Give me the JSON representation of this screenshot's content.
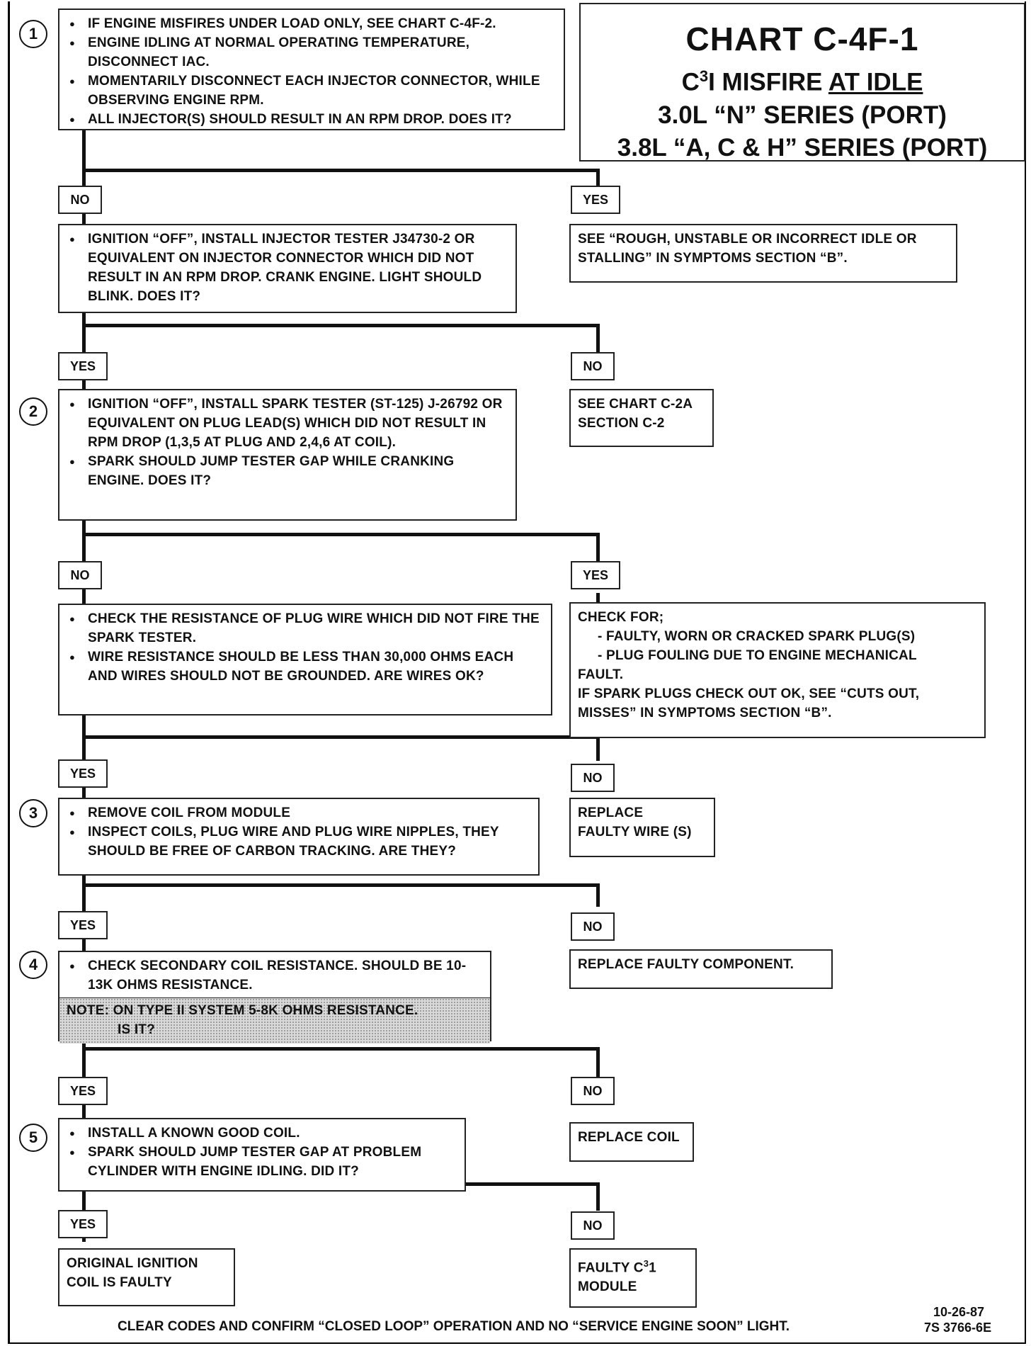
{
  "title": {
    "chart": "CHART C-4F-1",
    "line1_prefix": "C",
    "line1_sup": "3",
    "line1_mid": "I MISFIRE ",
    "line1_underlined": "AT IDLE",
    "line2": "3.0L “N” SERIES (PORT)",
    "line3": "3.8L “A, C & H” SERIES (PORT)"
  },
  "steps": [
    "1",
    "2",
    "3",
    "4",
    "5"
  ],
  "boxes": {
    "s1": [
      "IF ENGINE MISFIRES UNDER LOAD ONLY, SEE CHART C-4F-2.",
      "ENGINE IDLING AT NORMAL OPERATING TEMPERATURE, DISCONNECT IAC.",
      "MOMENTARILY DISCONNECT EACH INJECTOR CONNECTOR, WHILE OBSERVING ENGINE RPM.",
      "ALL INJECTOR(S) SHOULD RESULT IN AN RPM DROP.  DOES IT?"
    ],
    "rough_idle": "SEE  “ROUGH, UNSTABLE OR INCORRECT IDLE OR STALLING” IN SYMPTOMS SECTION “B”.",
    "injector_tester": "IGNITION “OFF”, INSTALL INJECTOR TESTER J34730-2 OR EQUIVALENT ON INJECTOR CONNECTOR WHICH DID NOT RESULT IN AN  RPM DROP.  CRANK ENGINE.  LIGHT SHOULD BLINK. DOES IT?",
    "chart_c2a_1": "SEE CHART C-2A",
    "chart_c2a_2": "SECTION C-2",
    "s2": [
      "IGNITION “OFF”, INSTALL SPARK TESTER  (ST-125) J-26792 OR EQUIVALENT ON PLUG LEAD(S) WHICH DID NOT RESULT IN RPM DROP (1,3,5 AT PLUG AND 2,4,6 AT COIL).",
      "SPARK SHOULD JUMP TESTER GAP WHILE CRANKING ENGINE.  DOES IT?"
    ],
    "plug_wire": [
      "CHECK THE RESISTANCE OF  PLUG WIRE  WHICH DID NOT FIRE THE SPARK TESTER.",
      "WIRE RESISTANCE SHOULD BE LESS THAN 30,000 OHMS EACH  AND WIRES  SHOULD NOT BE GROUNDED.  ARE WIRES OK?"
    ],
    "check_for": {
      "heading": "CHECK FOR;",
      "item1": "- FAULTY, WORN OR CRACKED SPARK PLUG(S)",
      "item2": "- PLUG FOULING DUE TO ENGINE MECHANICAL",
      "item2b": "FAULT.",
      "tail": "IF SPARK PLUGS CHECK OUT OK, SEE “CUTS OUT, MISSES” IN SYMPTOMS SECTION “B”."
    },
    "replace_wire_1": "REPLACE",
    "replace_wire_2": "FAULTY WIRE (S)",
    "s3": [
      "REMOVE COIL FROM MODULE",
      "INSPECT COILS, PLUG WIRE AND PLUG WIRE NIPPLES, THEY SHOULD BE  FREE OF CARBON TRACKING.  ARE THEY?"
    ],
    "replace_component": "REPLACE FAULTY COMPONENT.",
    "s4": "CHECK SECONDARY COIL RESISTANCE.  SHOULD BE 10-13K OHMS RESISTANCE.",
    "s4_note_1": "NOTE:  ON TYPE II SYSTEM 5-8K OHMS RESISTANCE.",
    "s4_note_2": "IS IT?",
    "replace_coil": "REPLACE COIL",
    "s5": [
      "INSTALL A KNOWN GOOD COIL.",
      "SPARK SHOULD JUMP TESTER GAP AT PROBLEM CYLINDER  WITH ENGINE IDLING.  DID IT?"
    ],
    "coil_faulty_1": "ORIGINAL IGNITION",
    "coil_faulty_2": "COIL IS FAULTY",
    "module_faulty_1_a": "FAULTY C",
    "module_faulty_1_sup": "3",
    "module_faulty_1_b": "1",
    "module_faulty_2": "MODULE"
  },
  "labels": {
    "yes": "YES",
    "no": "NO"
  },
  "footer": {
    "clear_codes": "CLEAR CODES AND CONFIRM “CLOSED LOOP”  OPERATION AND NO “SERVICE ENGINE SOON” LIGHT.",
    "date": "10-26-87",
    "code": "7S 3766-6E"
  }
}
